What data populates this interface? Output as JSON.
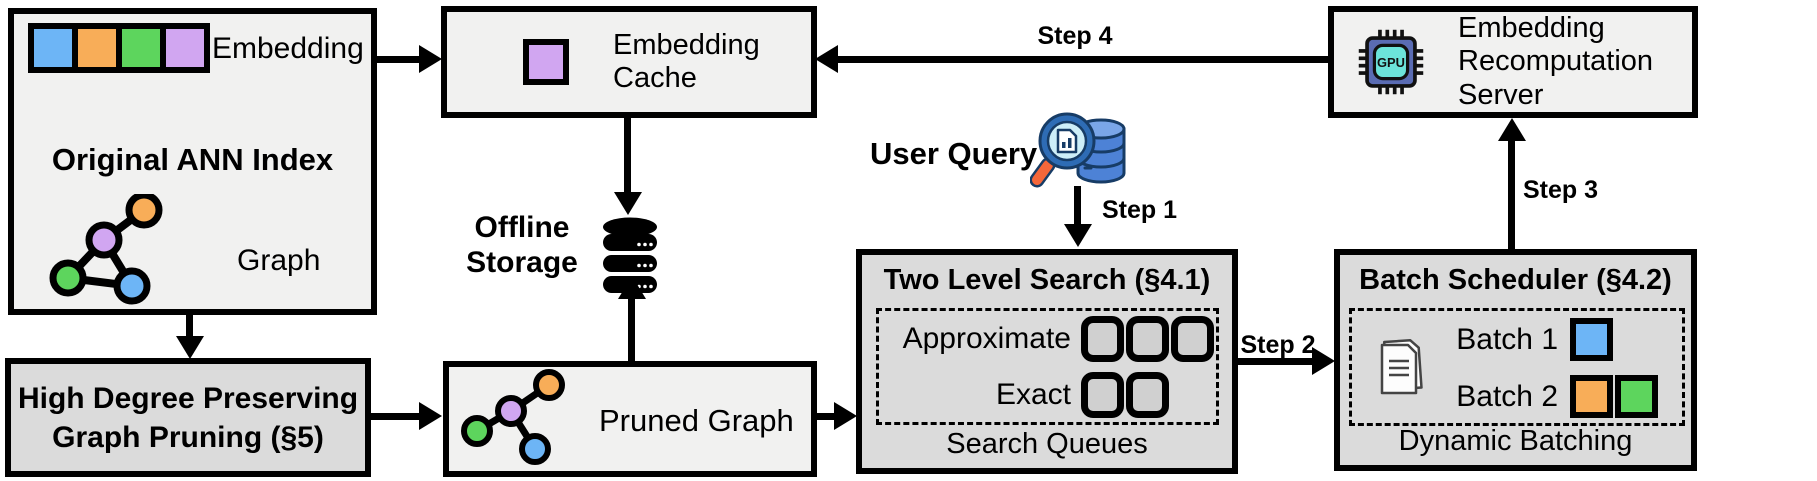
{
  "colors": {
    "blue": "#6db5f6",
    "orange": "#f8ad58",
    "green": "#5dd55d",
    "purple": "#d1a6f1",
    "box_light": "#f1f1f0",
    "box_dark": "#dbdbdb",
    "slot_fill": "#d0d0d0",
    "gpu_chip": "#5a6cb3",
    "gpu_inner": "#6ce4da",
    "query_db": "#4d82d6",
    "query_db_top": "#7aa6e8",
    "query_db_stroke": "#173c66",
    "query_ring": "#2e6cb5",
    "query_lens": "#cdeef8",
    "query_handle": "#f4673a"
  },
  "ann_index": {
    "title": "Original ANN Index",
    "embedding_label": "Embedding",
    "graph_label": "Graph",
    "embedding_colors": [
      "blue",
      "orange",
      "green",
      "purple"
    ]
  },
  "embedding_cache": {
    "line1": "Embedding",
    "line2": "Cache"
  },
  "offline_storage": {
    "line1": "Offline",
    "line2": "Storage"
  },
  "user_query": {
    "label": "User Query"
  },
  "high_degree_pruning": {
    "line1": "High Degree Preserving",
    "line2": "Graph Pruning (§5)"
  },
  "pruned_graph": {
    "label": "Pruned Graph"
  },
  "two_level_search": {
    "title": "Two Level Search (§4.1)",
    "rows": [
      {
        "label": "Approximate",
        "slots": 3
      },
      {
        "label": "Exact",
        "slots": 2
      }
    ],
    "footer": "Search Queues"
  },
  "batch_scheduler": {
    "title": "Batch Scheduler (§4.2)",
    "rows": [
      {
        "label": "Batch 1",
        "colors": [
          "blue"
        ]
      },
      {
        "label": "Batch 2",
        "colors": [
          "orange",
          "green"
        ]
      }
    ],
    "footer": "Dynamic Batching"
  },
  "recomputation_server": {
    "line1": "Embedding",
    "line2": "Recomputation",
    "line3": "Server",
    "gpu_label": "GPU"
  },
  "steps": {
    "s1": "Step 1",
    "s2": "Step 2",
    "s3": "Step 3",
    "s4": "Step 4"
  }
}
